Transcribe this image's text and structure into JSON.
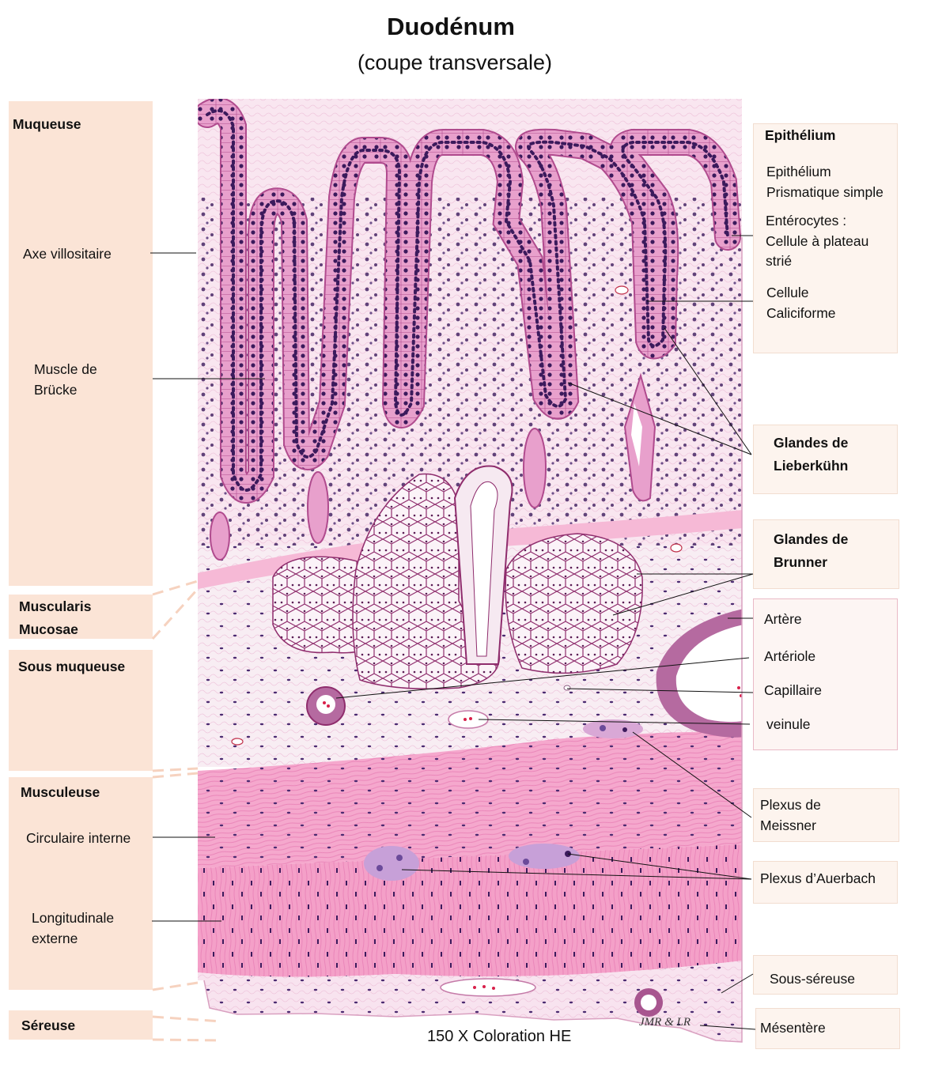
{
  "title": "Duodénum",
  "subtitle": "(coupe transversale)",
  "caption": "150 X Coloration HE",
  "signature": "JMR & LR",
  "left_labels": {
    "muqueuse": "Muqueuse",
    "axe_villositaire": "Axe villositaire",
    "muscle_brucke": [
      "Muscle de",
      "Brücke"
    ],
    "muscularis_mucosae": [
      "Muscularis",
      "Mucosae"
    ],
    "sous_muqueuse": "Sous muqueuse",
    "musculeuse": "Musculeuse",
    "circulaire_interne": "Circulaire interne",
    "longitudinale_externe": [
      "Longitudinale",
      "externe"
    ],
    "sereuse": "Séreuse"
  },
  "right_labels": {
    "epithelium": "Epithélium",
    "epithelium_prismatique": [
      "Epithélium",
      "Prismatique simple"
    ],
    "enterocytes": [
      "Entérocytes  :",
      "Cellule à plateau",
      "strié"
    ],
    "cellule_caliciforme": [
      "Cellule",
      "Caliciforme"
    ],
    "glandes_lieberkuhn": [
      "Glandes de",
      "Lieberkühn"
    ],
    "glandes_brunner": [
      "Glandes de",
      "Brunner"
    ],
    "artere": "Artère",
    "arteriole": "Artériole",
    "capillaire": "Capillaire",
    "veinule": "veinule",
    "plexus_meissner": [
      "Plexus de",
      "Meissner"
    ],
    "plexus_auerbach": "Plexus d’Auerbach",
    "sous_sereuse": "Sous-séreuse",
    "mesentere": "Mésentère"
  },
  "colors": {
    "left_box": "#fbe4d6",
    "right_box": "#fdf4ee",
    "tissue_pale": "#f8e4ef",
    "muscle": "#f4a6cc",
    "epithelium": "#e9a0cf",
    "nuclei": "#3b1a5c",
    "artery": "#a8558f"
  }
}
